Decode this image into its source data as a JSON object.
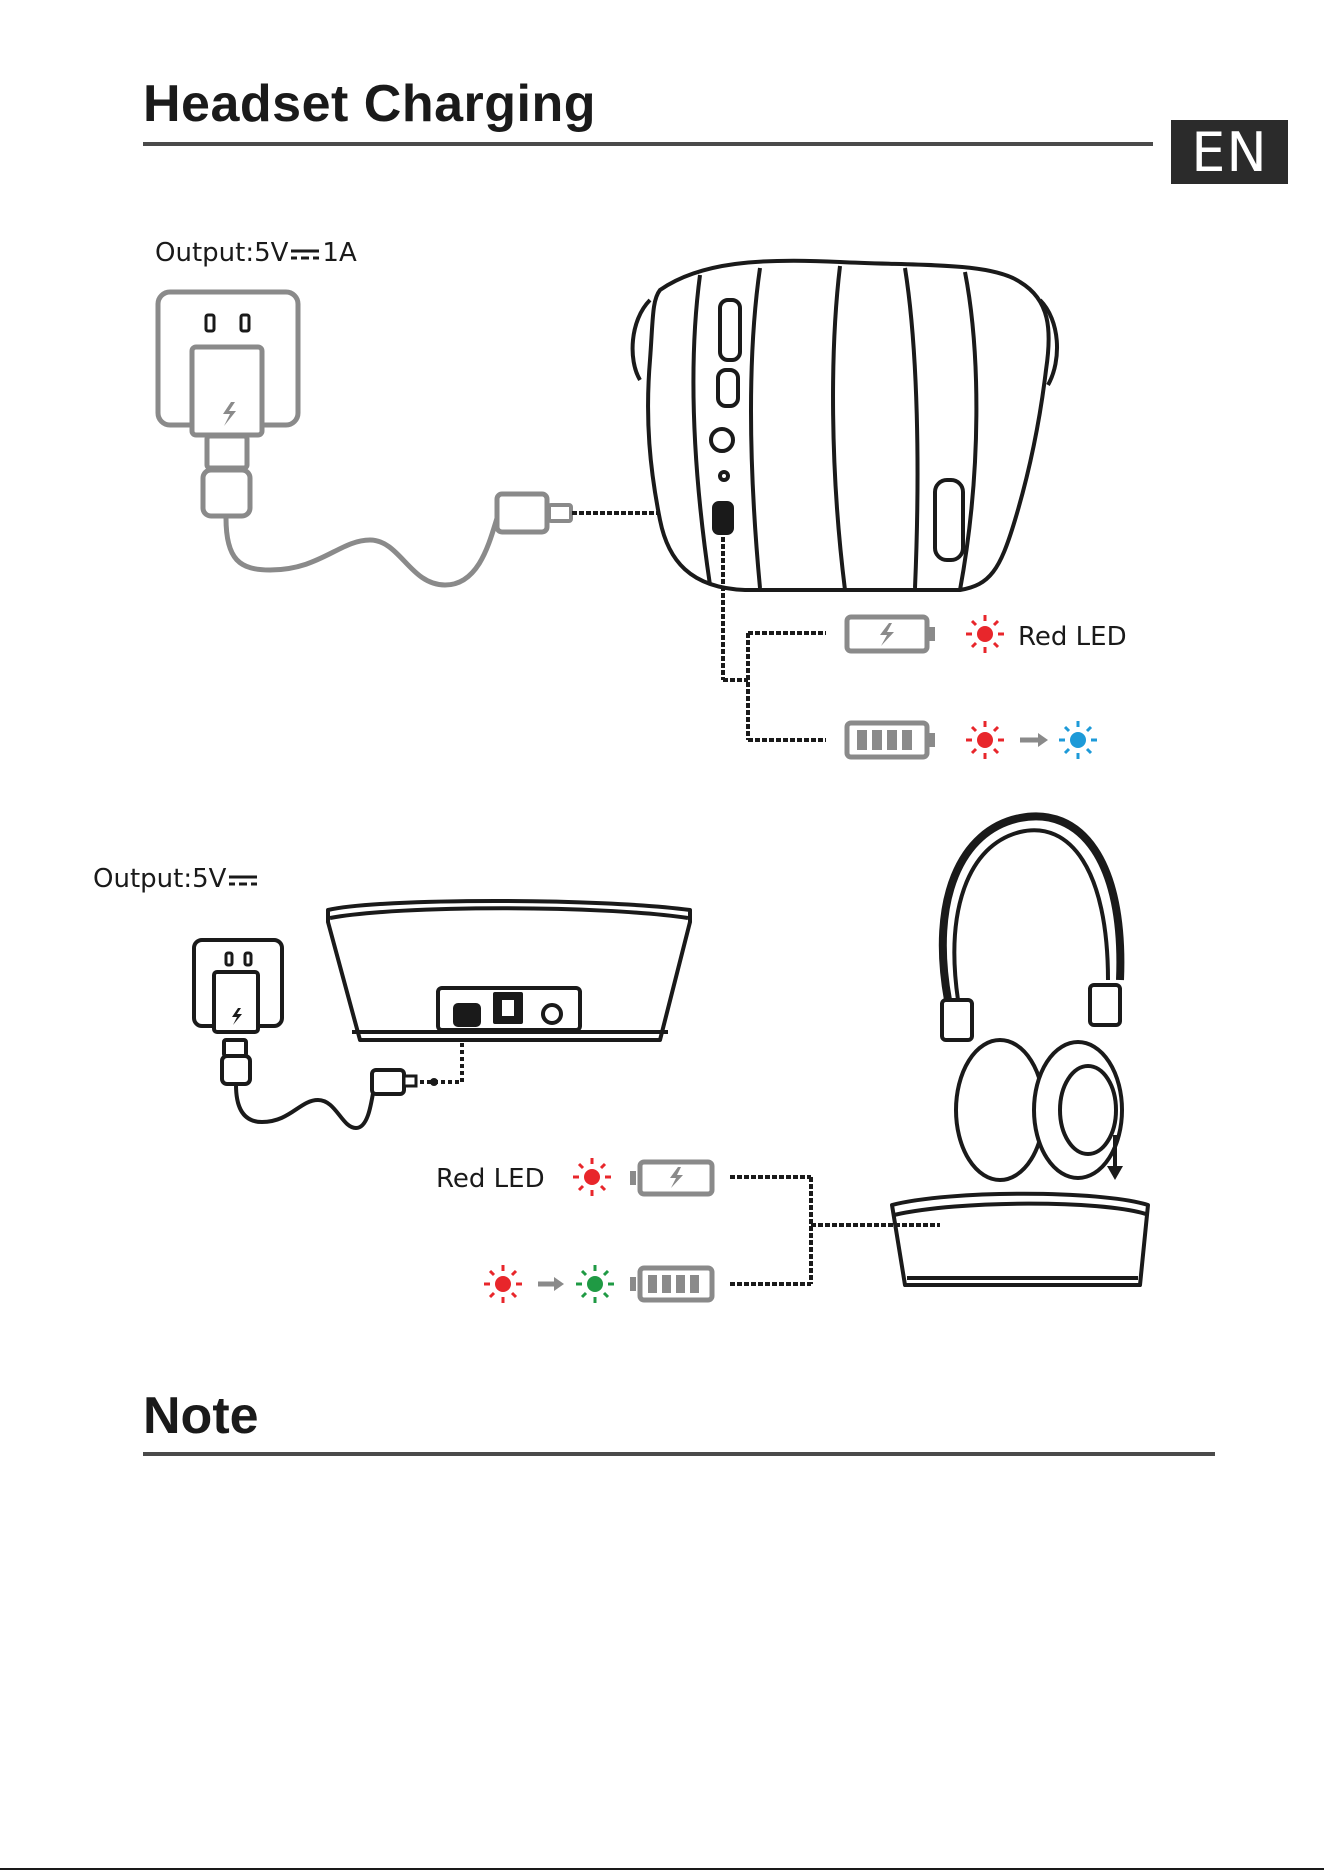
{
  "page": {
    "title": "Headset Charging",
    "language_badge": "EN",
    "note_heading": "Note"
  },
  "section1": {
    "output_prefix": "Output:5V",
    "output_suffix": "1A",
    "led_charging_label": "Red LED",
    "led_colors": {
      "red": "#e8262b",
      "blue": "#1d9ad8"
    }
  },
  "section2": {
    "output_prefix": "Output:5V",
    "led_charging_label": "Red LED",
    "led_colors": {
      "red": "#e8262b",
      "green": "#1f9a44"
    }
  },
  "colors": {
    "line": "#1a1a1a",
    "grey": "#8a8a8a",
    "badge_bg": "#2b2b2b"
  }
}
